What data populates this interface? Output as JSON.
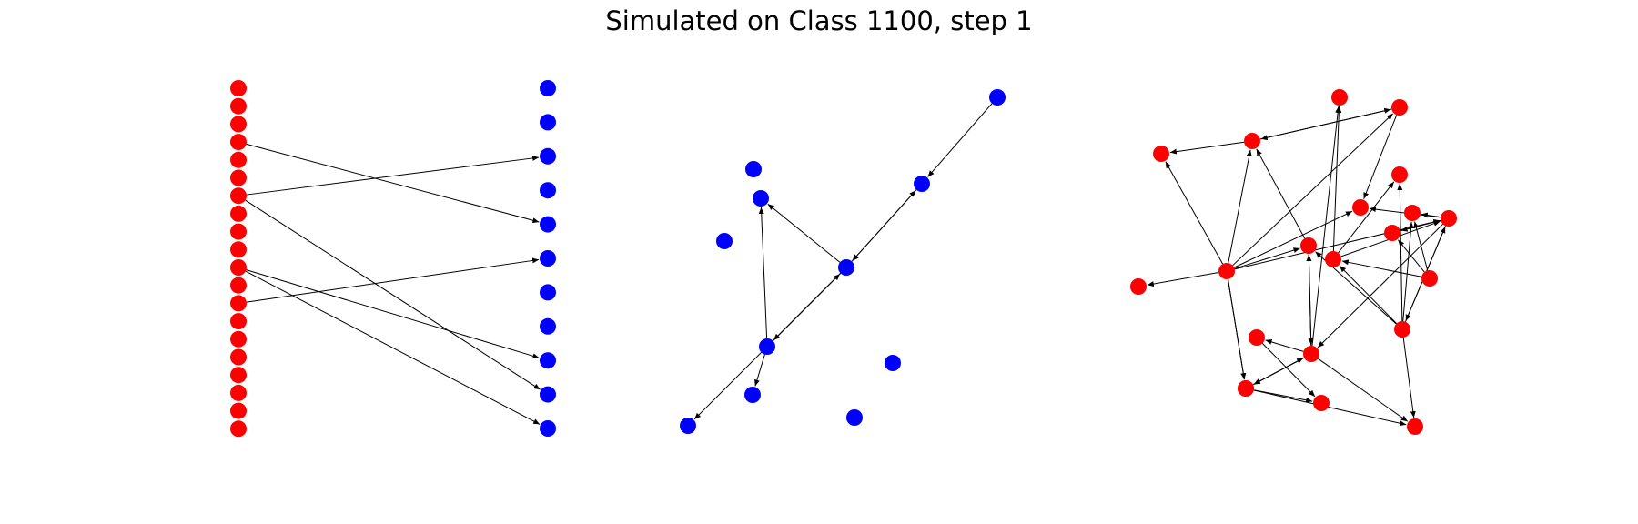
{
  "title": "Simulated on Class 1100, step 1",
  "colors": {
    "red": "#ff0000",
    "blue": "#0000ff",
    "edge": "#000000"
  },
  "panels": [
    {
      "id": "bipartite",
      "nodes": [
        [
          "L0",
          "red"
        ],
        [
          "L1",
          "red"
        ],
        [
          "L2",
          "red"
        ],
        [
          "L3",
          "red"
        ],
        [
          "L4",
          "red"
        ],
        [
          "L5",
          "red"
        ],
        [
          "L6",
          "red"
        ],
        [
          "L7",
          "red"
        ],
        [
          "L8",
          "red"
        ],
        [
          "L9",
          "red"
        ],
        [
          "L10",
          "red"
        ],
        [
          "L11",
          "red"
        ],
        [
          "L12",
          "red"
        ],
        [
          "L13",
          "red"
        ],
        [
          "L14",
          "red"
        ],
        [
          "L15",
          "red"
        ],
        [
          "L16",
          "red"
        ],
        [
          "L17",
          "red"
        ],
        [
          "L18",
          "red"
        ],
        [
          "L19",
          "red"
        ],
        [
          "R0",
          "blue"
        ],
        [
          "R1",
          "blue"
        ],
        [
          "R2",
          "blue"
        ],
        [
          "R3",
          "blue"
        ],
        [
          "R4",
          "blue"
        ],
        [
          "R5",
          "blue"
        ],
        [
          "R6",
          "blue"
        ],
        [
          "R7",
          "blue"
        ],
        [
          "R8",
          "blue"
        ],
        [
          "R9",
          "blue"
        ],
        [
          "R10",
          "blue"
        ]
      ],
      "edges": [
        [
          "L3",
          "R4"
        ],
        [
          "L6",
          "R2"
        ],
        [
          "L6",
          "R9"
        ],
        [
          "L10",
          "R8"
        ],
        [
          "L10",
          "R10"
        ],
        [
          "L12",
          "R5"
        ]
      ]
    },
    {
      "id": "blue-graph",
      "nodes": [
        [
          "B0",
          "blue"
        ],
        [
          "B1",
          "blue"
        ],
        [
          "B2",
          "blue"
        ],
        [
          "B3",
          "blue"
        ],
        [
          "B4",
          "blue"
        ],
        [
          "B5",
          "blue"
        ],
        [
          "B6",
          "blue"
        ],
        [
          "B7",
          "blue"
        ],
        [
          "B8",
          "blue"
        ],
        [
          "B9",
          "blue"
        ],
        [
          "B10",
          "blue"
        ]
      ],
      "edges": [
        [
          "B2",
          "B3"
        ],
        [
          "B3",
          "B2"
        ],
        [
          "B3",
          "B5"
        ],
        [
          "B3",
          "B6"
        ],
        [
          "B3",
          "B1"
        ],
        [
          "B6",
          "B1"
        ],
        [
          "B6",
          "B3"
        ],
        [
          "B6",
          "B9"
        ],
        [
          "B0",
          "B2"
        ]
      ]
    },
    {
      "id": "red-graph",
      "nodes": [
        [
          "N0",
          "red"
        ],
        [
          "N1",
          "red"
        ],
        [
          "N2",
          "red"
        ],
        [
          "N3",
          "red"
        ],
        [
          "N4",
          "red"
        ],
        [
          "N5",
          "red"
        ],
        [
          "N6",
          "red"
        ],
        [
          "N7",
          "red"
        ],
        [
          "N8",
          "red"
        ],
        [
          "N9",
          "red"
        ],
        [
          "N10",
          "red"
        ],
        [
          "N11",
          "red"
        ],
        [
          "N12",
          "red"
        ],
        [
          "N13",
          "red"
        ],
        [
          "N14",
          "red"
        ],
        [
          "N15",
          "red"
        ],
        [
          "N16",
          "red"
        ],
        [
          "N17",
          "red"
        ],
        [
          "N18",
          "red"
        ],
        [
          "N19",
          "red"
        ],
        [
          "N20",
          "red"
        ]
      ],
      "edges": [
        [
          "N1",
          "N0"
        ],
        [
          "N1",
          "N3"
        ],
        [
          "N3",
          "N1"
        ],
        [
          "N4",
          "N1"
        ],
        [
          "N9",
          "N3"
        ],
        [
          "N9",
          "N1"
        ],
        [
          "N16",
          "N2"
        ],
        [
          "N11",
          "N2"
        ],
        [
          "N11",
          "N6"
        ],
        [
          "N9",
          "N7"
        ],
        [
          "N10",
          "N7"
        ],
        [
          "N10",
          "N8"
        ],
        [
          "N9",
          "N10"
        ],
        [
          "N11",
          "N10"
        ],
        [
          "N12",
          "N8"
        ],
        [
          "N15",
          "N8"
        ],
        [
          "N16",
          "N14"
        ],
        [
          "N10",
          "N16"
        ],
        [
          "N10",
          "N12"
        ],
        [
          "N10",
          "N13"
        ],
        [
          "N12",
          "N10"
        ],
        [
          "N12",
          "N11"
        ],
        [
          "N12",
          "N4"
        ],
        [
          "N9",
          "N18"
        ],
        [
          "N18",
          "N16"
        ],
        [
          "N16",
          "N18"
        ],
        [
          "N16",
          "N4"
        ],
        [
          "N4",
          "N16"
        ],
        [
          "N9",
          "N17"
        ],
        [
          "N18",
          "N19"
        ],
        [
          "N16",
          "N20"
        ],
        [
          "N14",
          "N19"
        ],
        [
          "N16",
          "N17"
        ],
        [
          "N17",
          "N20"
        ],
        [
          "N12",
          "N20"
        ],
        [
          "N3",
          "N7"
        ],
        [
          "N9",
          "N0"
        ],
        [
          "N9",
          "N5"
        ],
        [
          "N9",
          "N4"
        ],
        [
          "N15",
          "N13"
        ],
        [
          "N15",
          "N11"
        ],
        [
          "N12",
          "N6"
        ]
      ]
    }
  ]
}
